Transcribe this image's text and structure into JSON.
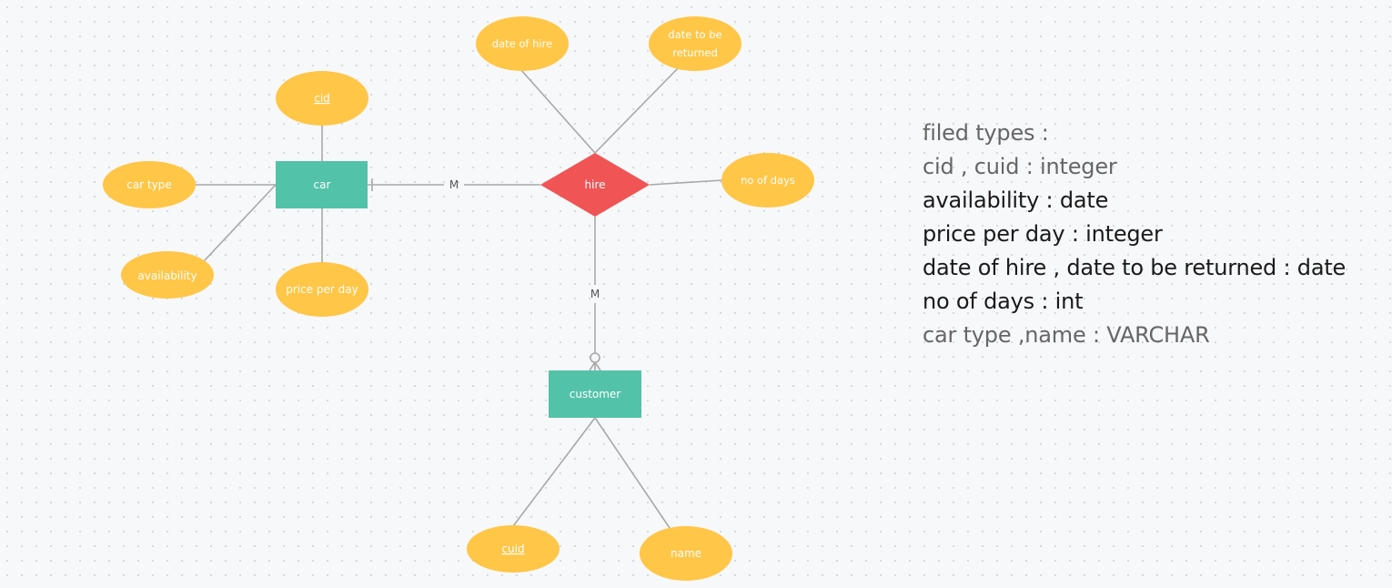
{
  "entities": {
    "car": "car",
    "customer": "customer"
  },
  "relationship": {
    "hire": "hire"
  },
  "attributes": {
    "cid": "cid",
    "car_type": "car type",
    "availability": "availability",
    "price_per_day": "price per day",
    "date_of_hire": "date of hire",
    "date_to_be_returned_line1": "date to be",
    "date_to_be_returned_line2": "returned",
    "no_of_days": "no of days",
    "cuid": "cuid",
    "name": "name"
  },
  "cardinality": {
    "car_hire": "M",
    "hire_customer": "M"
  },
  "notes": [
    {
      "text": "filed types :",
      "tone": "muted"
    },
    {
      "text": "cid , cuid : integer",
      "tone": "muted"
    },
    {
      "text": "availability : date",
      "tone": "dark"
    },
    {
      "text": "price per day : integer",
      "tone": "dark"
    },
    {
      "text": "date of hire , date to be returned : date",
      "tone": "dark"
    },
    {
      "text": "no of days : int",
      "tone": "dark"
    },
    {
      "text": "car type ,name : VARCHAR",
      "tone": "muted"
    }
  ],
  "colors": {
    "entity": "#52c2a8",
    "relationship": "#f05454",
    "attribute": "#ffc647",
    "edge": "#a8a8a8"
  }
}
